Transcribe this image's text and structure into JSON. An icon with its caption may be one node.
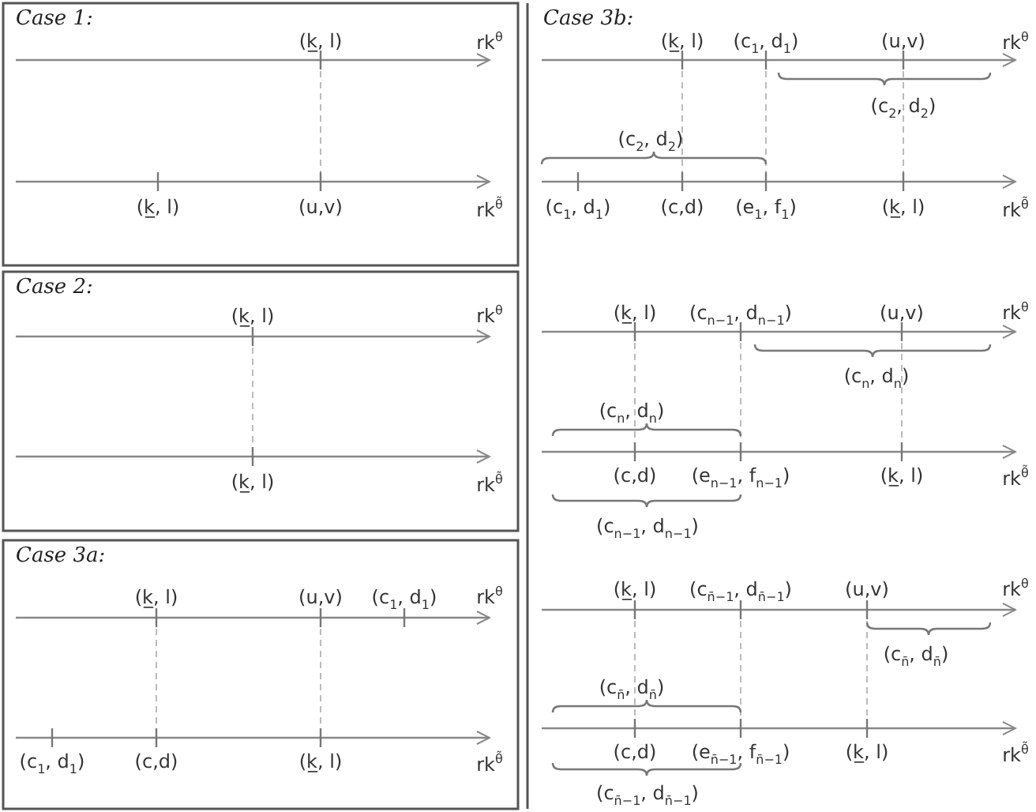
{
  "diagram": {
    "labels": [
      "Case 1:",
      "(k̲, l)",
      "rk$^{θ}$",
      "(k̲, l)",
      "(u,v)",
      "rk$^{θ̃}$",
      "Case 3b:",
      "(k̲, l)",
      "(c$_{1}$, d$_{1}$)",
      "(u,v)",
      "rk$^{θ}$",
      "(c$_{2}$, d$_{2}$)",
      "(c$_{2}$, d$_{2}$)",
      "(c$_{1}$, d$_{1}$)",
      "(c,d)",
      "(e$_{1}$, f$_{1}$)",
      "(k̲, l)",
      "rk$^{θ̃}$",
      "Case 2:",
      "(k̲, l)",
      "rk$^{θ}$",
      "(k̲, l)",
      "rk$^{θ̃}$",
      "(k̲, l)",
      "(c$_{n−1}$, d$_{n−1}$)",
      "(u,v)",
      "rk$^{θ}$",
      "(c$_{n}$, d$_{n}$)",
      "(c$_{n}$, d$_{n}$)",
      "(c,d)",
      "(e$_{n−1}$, f$_{n−1}$)",
      "(k̲, l)",
      "rk$^{θ̃}$",
      "(c$_{n−1}$, d$_{n−1}$)",
      "Case 3a:",
      "(k̲, l)",
      "(u,v)",
      "(c$_{1}$, d$_{1}$)",
      "rk$^{θ}$",
      "(c$_{1}$, d$_{1}$)",
      "(c,d)",
      "(k̲, l)",
      "rk$^{θ̃}$",
      "(k̲, l)",
      "(c$_{n̄−1}$, d$_{n̄−1}$)",
      "(u,v)",
      "rk$^{θ}$",
      "(c$_{n̄}$, d$_{n̄}$)",
      "(c$_{n̄}$, d$_{n̄}$)",
      "(c,d)",
      "(e$_{n̄−1}$, f$_{n̄−1}$)",
      "(k̲, l)",
      "rk$^{θ̃}$",
      "(c$_{n̄−1}$, d$_{n̄−1}$)"
    ]
  }
}
